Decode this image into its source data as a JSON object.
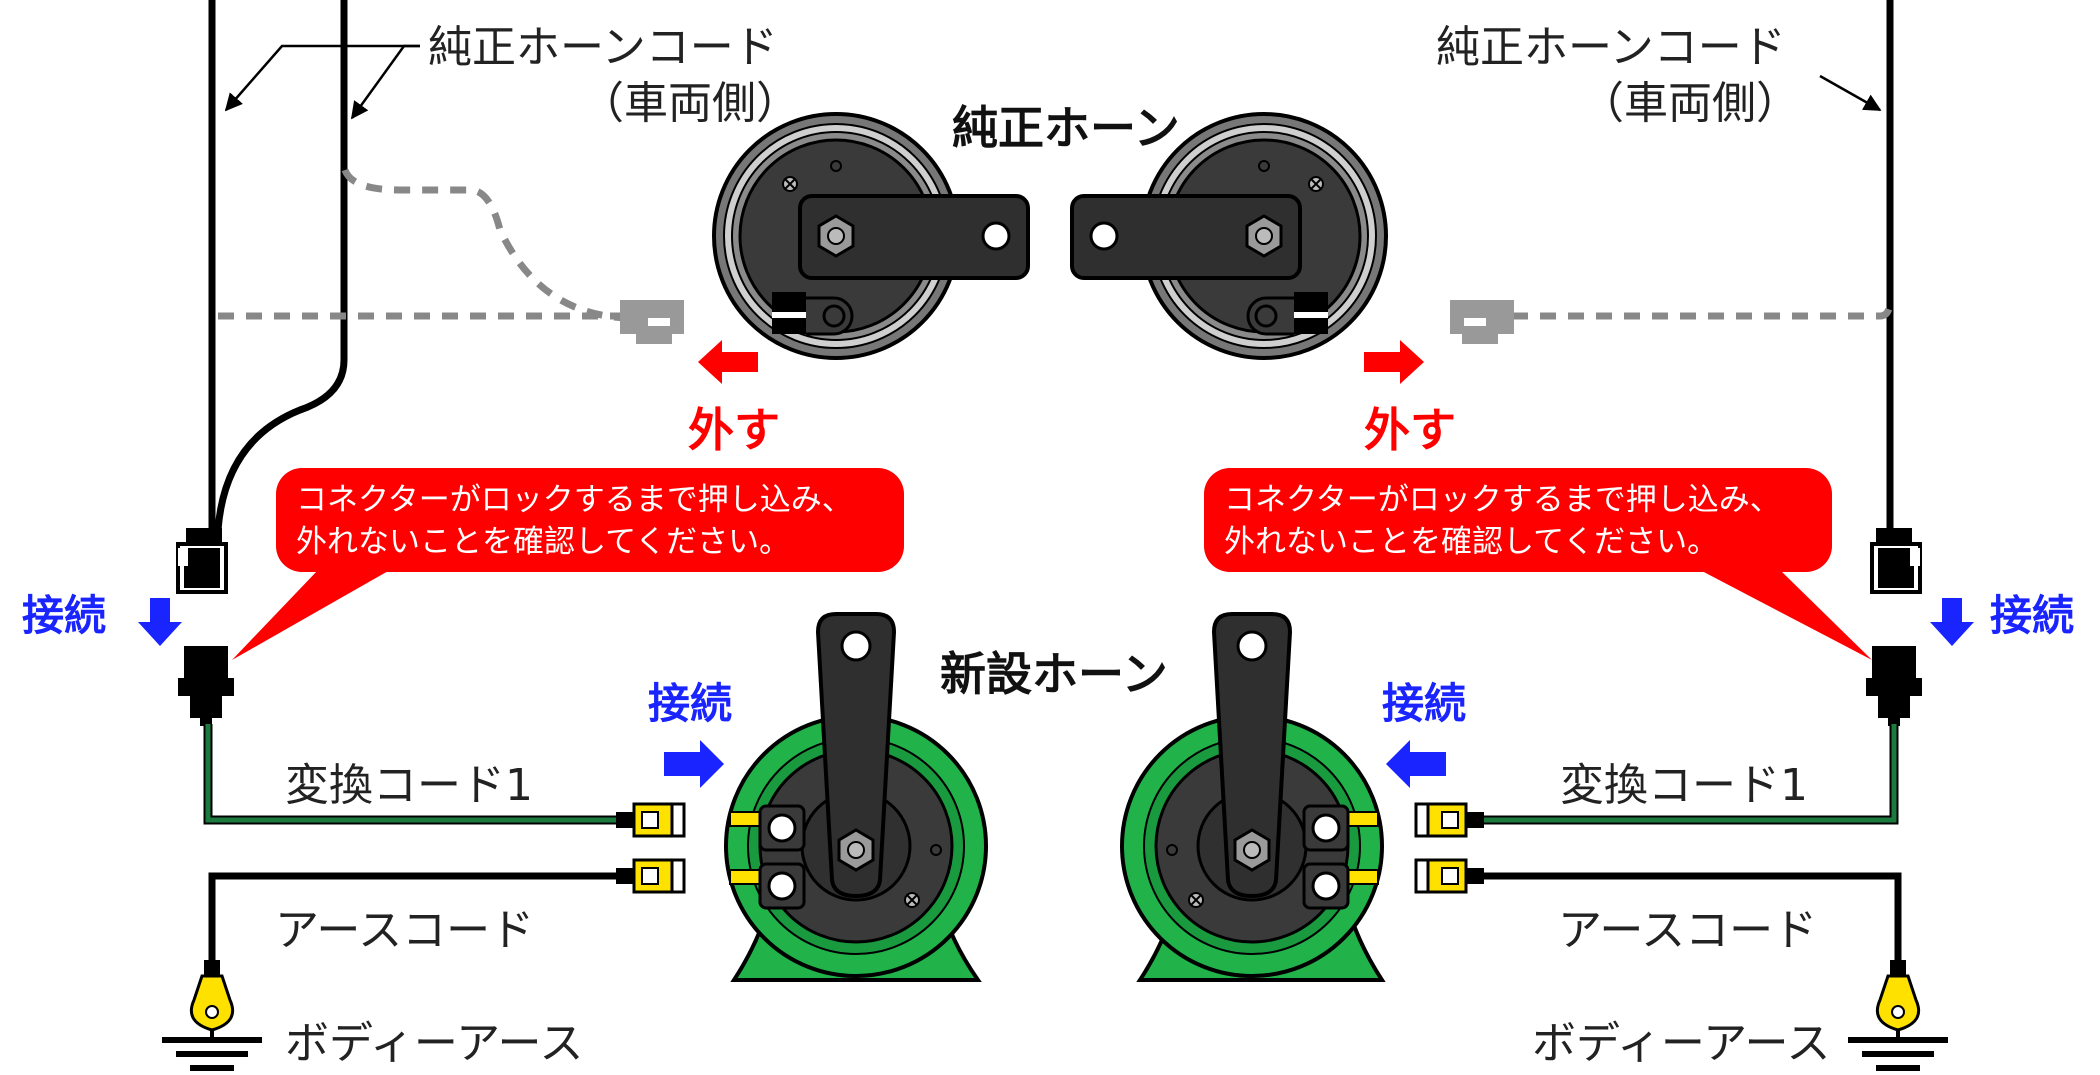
{
  "labels": {
    "oem_cord_left_1": "純正ホーンコード",
    "oem_cord_left_2": "（車両側）",
    "oem_cord_right_1": "純正ホーンコード",
    "oem_cord_right_2": "（車両側）",
    "oem_horn": "純正ホーン",
    "new_horn": "新設ホーン",
    "remove_left": "外す",
    "remove_right": "外す",
    "connect_left": "接続",
    "connect_right": "接続",
    "connect_center_left": "接続",
    "connect_center_right": "接続",
    "conv_cord_left": "変換コード1",
    "conv_cord_right": "変換コード1",
    "earth_cord_left": "アースコード",
    "earth_cord_right": "アースコード",
    "body_earth_left": "ボディーアース",
    "body_earth_right": "ボディーアース"
  },
  "callouts": {
    "left_line1": "コネクターがロックするまで押し込み、",
    "left_line2": "外れないことを確認してください。",
    "right_line1": "コネクターがロックするまで押し込み、",
    "right_line2": "外れないことを確認してください。"
  },
  "colors": {
    "callout_red": "#ff0000",
    "connect_blue": "#1a24ff",
    "horn_green": "#21b24a",
    "wire_green": "#1c7a3e",
    "terminal_yellow": "#ffe100",
    "removed_gray": "#999999"
  }
}
